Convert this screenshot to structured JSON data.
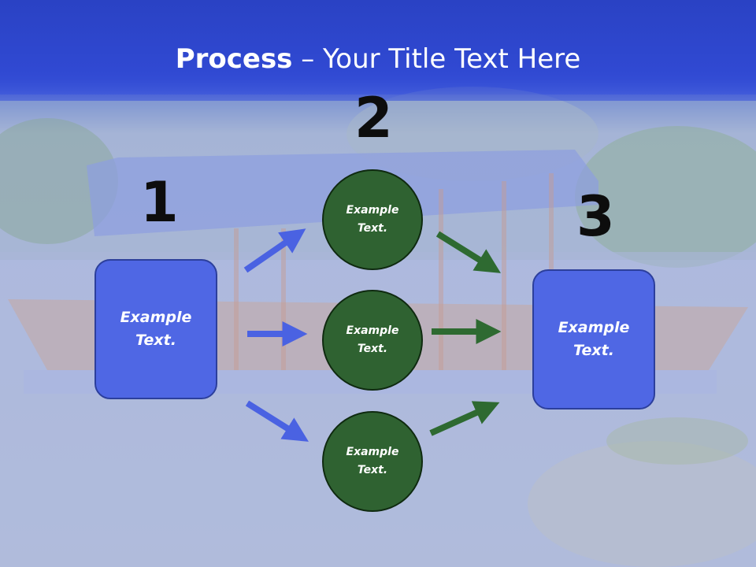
{
  "title": {
    "bold": "Process",
    "rest": " – Your Title Text Here"
  },
  "steps": [
    {
      "number": "1"
    },
    {
      "number": "2"
    },
    {
      "number": "3"
    }
  ],
  "left_box": {
    "text": "Example\nText."
  },
  "right_box": {
    "text": "Example\nText."
  },
  "circles": [
    {
      "text": "Example\nText."
    },
    {
      "text": "Example\nText."
    },
    {
      "text": "Example\nText."
    }
  ],
  "colors": {
    "header_blue": "#2a42c4",
    "box_blue": "#4f67e4",
    "circle_green": "#2f6231",
    "arrow_blue": "#4a62e2",
    "arrow_green": "#2e6a31"
  }
}
